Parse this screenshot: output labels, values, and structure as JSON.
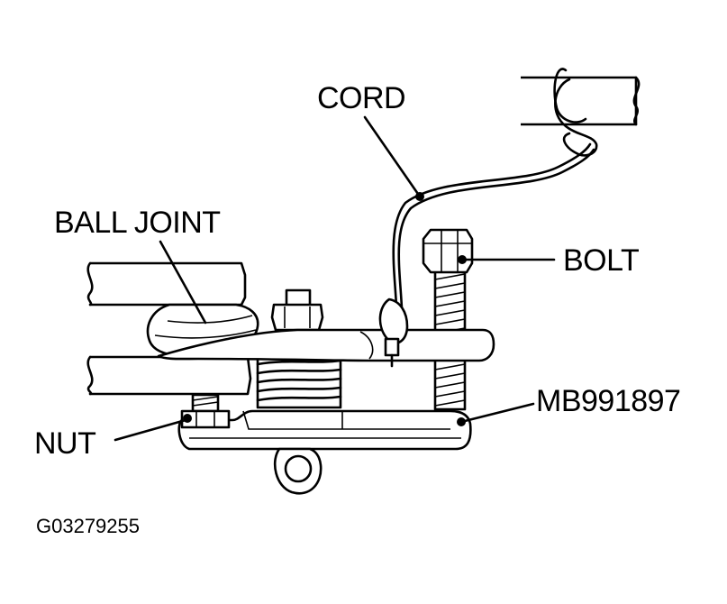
{
  "figure_code": "G03279255",
  "callouts": {
    "cord": "CORD",
    "ball_joint": "BALL JOINT",
    "bolt": "BOLT",
    "special_tool": "MB991897",
    "nut": "NUT"
  },
  "colors": {
    "ink": "#000000",
    "paper": "#ffffff"
  }
}
